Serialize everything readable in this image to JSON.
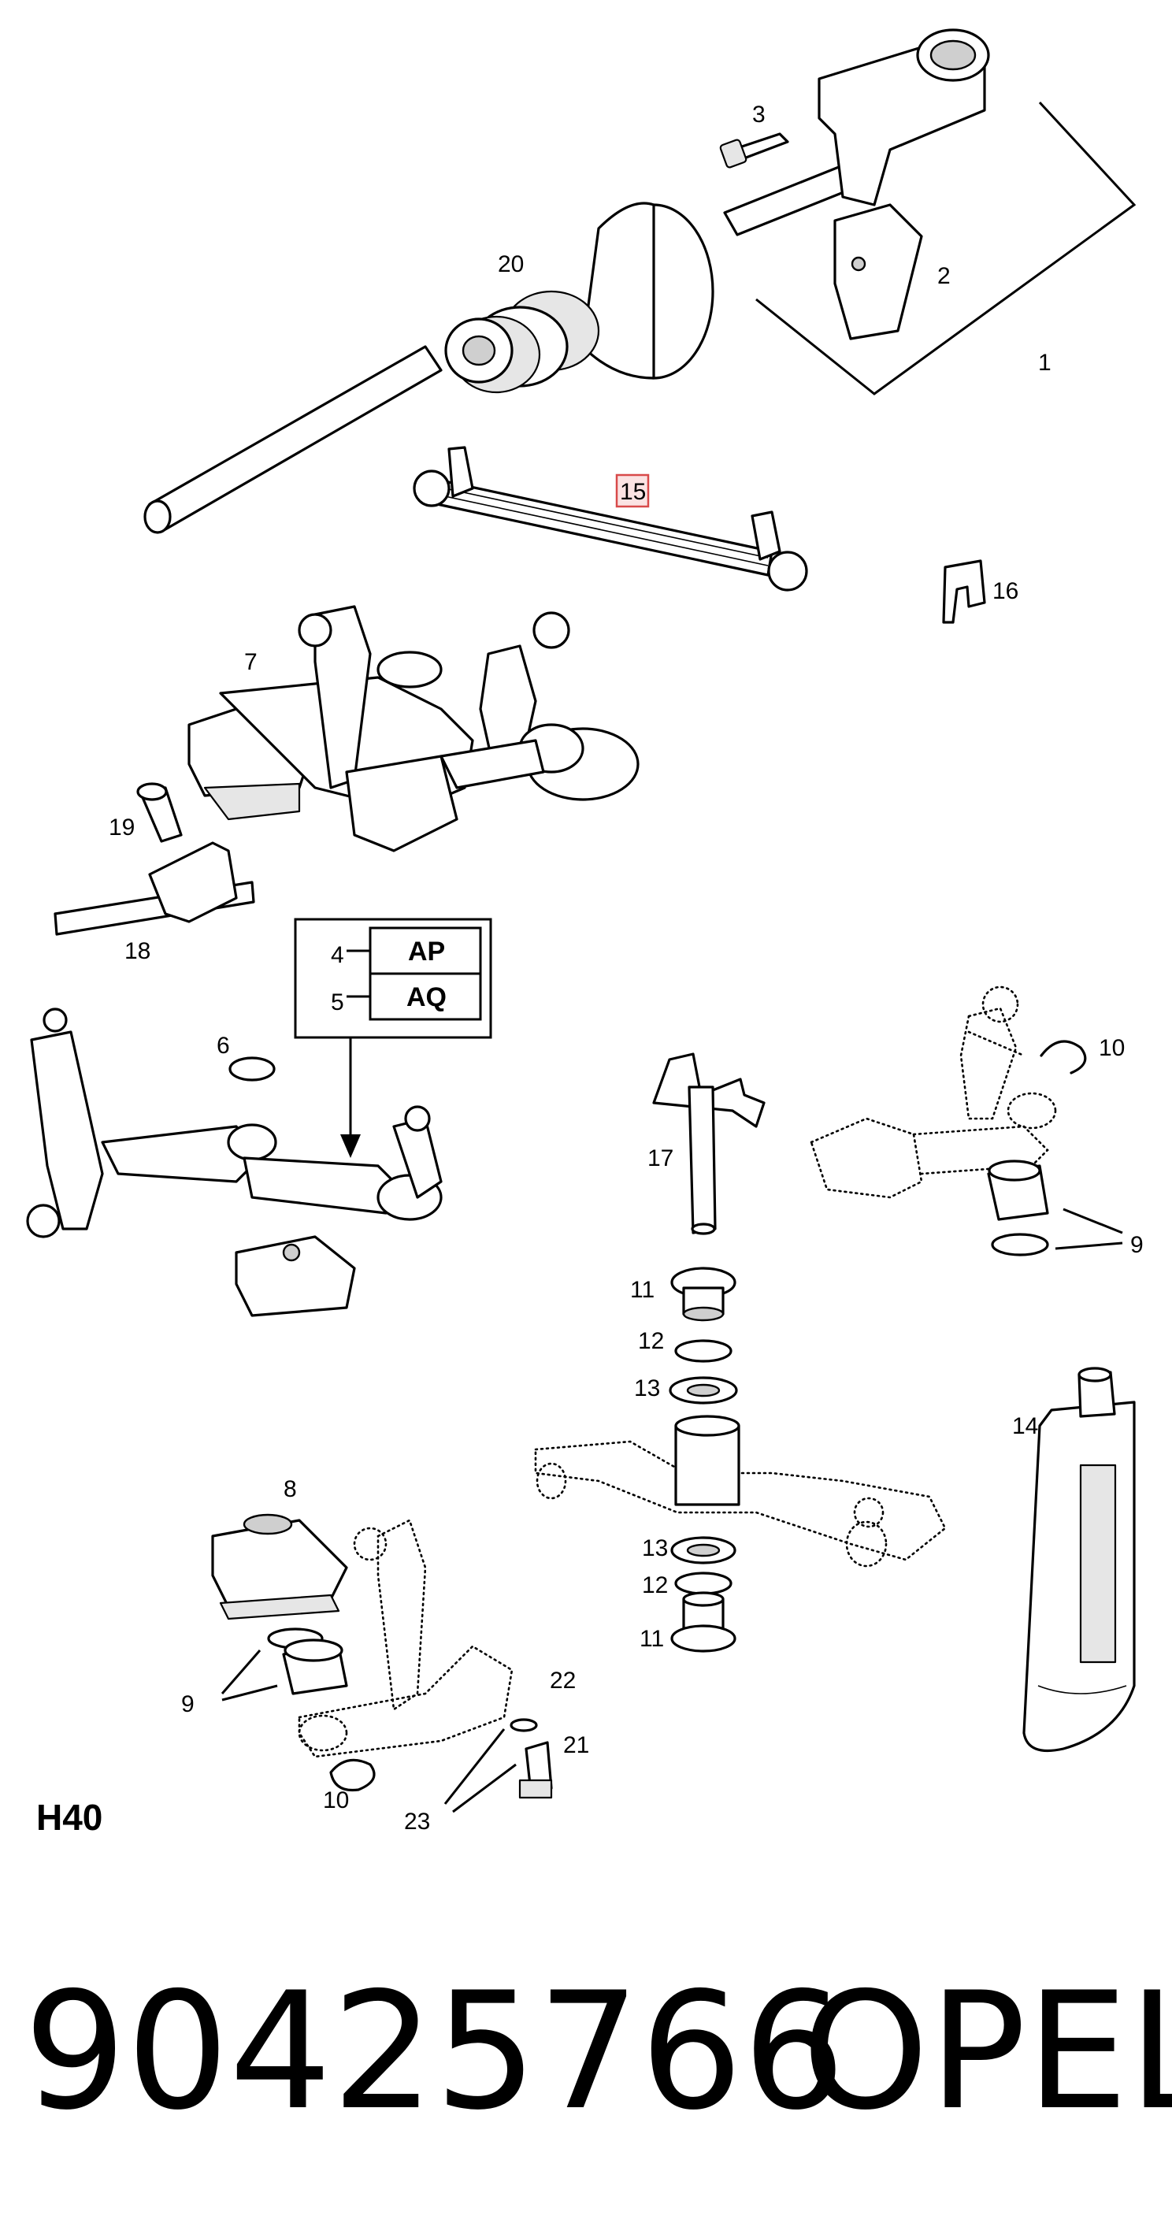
{
  "callouts": {
    "c1": "1",
    "c2": "2",
    "c3": "3",
    "c4": "4",
    "c5": "5",
    "c6": "6",
    "c7": "7",
    "c8": "8",
    "c9a": "9",
    "c9b": "9",
    "c10a": "10",
    "c10b": "10",
    "c11a": "11",
    "c11b": "11",
    "c12a": "12",
    "c12b": "12",
    "c13a": "13",
    "c13b": "13",
    "c14": "14",
    "c15": "15",
    "c16": "16",
    "c17": "17",
    "c18": "18",
    "c19": "19",
    "c20": "20",
    "c21": "21",
    "c22": "22",
    "c23": "23"
  },
  "variant_box": {
    "row1_code": "AP",
    "row2_code": "AQ"
  },
  "variant_label": "H40",
  "footer": {
    "part_number": "90425766",
    "brand": "OPEL"
  },
  "colors": {
    "highlight_box": "#d84a4a",
    "ink": "#000000"
  }
}
